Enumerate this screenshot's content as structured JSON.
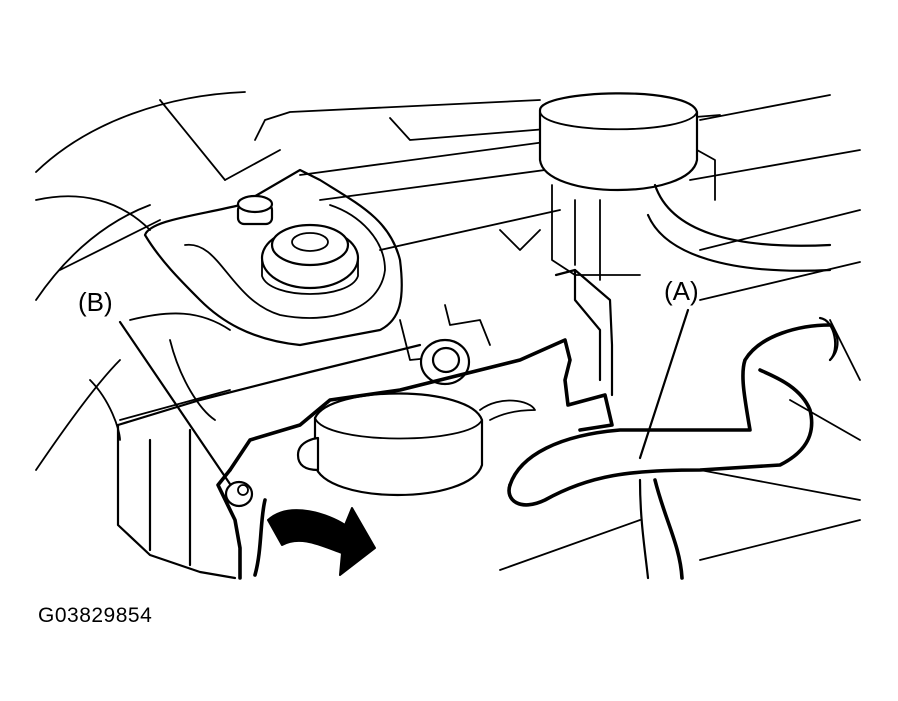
{
  "callouts": {
    "a": "(A)",
    "b": "(B)"
  },
  "figure_id": "G03829854",
  "icons": {
    "direction_arrow": "curved-arrow-right-icon"
  },
  "colors": {
    "line": "#000000",
    "background": "#ffffff"
  }
}
